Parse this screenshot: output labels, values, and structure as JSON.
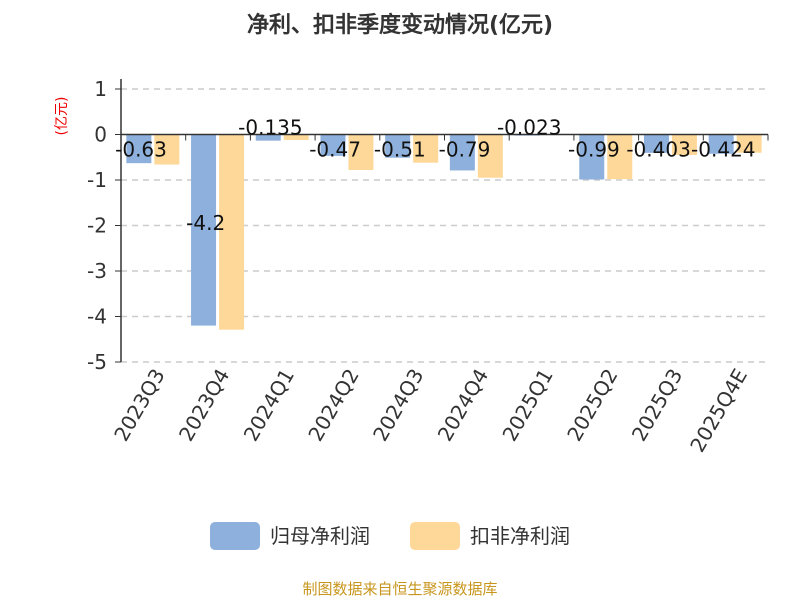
{
  "chart_data": {
    "type": "bar",
    "title": "净利、扣非季度变动情况(亿元)",
    "ylabel": "(亿元)",
    "ylim": [
      -5,
      1
    ],
    "yticks": [
      1,
      0,
      -1,
      -2,
      -3,
      -4,
      -5
    ],
    "grid": true,
    "legend_position": "bottom",
    "categories": [
      "2023Q3",
      "2023Q4",
      "2024Q1",
      "2024Q2",
      "2024Q3",
      "2024Q4",
      "2025Q1",
      "2025Q2",
      "2025Q3",
      "2025Q4E"
    ],
    "series": [
      {
        "name": "归母净利润",
        "color": "#8eb0dc",
        "values": [
          -0.63,
          -4.2,
          -0.135,
          -0.47,
          -0.51,
          -0.79,
          -0.023,
          -0.99,
          -0.403,
          -0.424
        ],
        "labels": [
          "-0.63",
          "-4.2",
          "-0.135",
          "-0.47",
          "-0.51",
          "-0.79",
          "-0.023",
          "-0.99",
          "-0.403",
          "-0.424"
        ]
      },
      {
        "name": "扣非净利润",
        "color": "#fed898",
        "values": [
          -0.66,
          -4.29,
          -0.12,
          -0.78,
          -0.62,
          -0.95,
          -0.01,
          -0.98,
          -0.45,
          -0.4
        ]
      }
    ]
  },
  "footer": "制图数据来自恒生聚源数据库"
}
